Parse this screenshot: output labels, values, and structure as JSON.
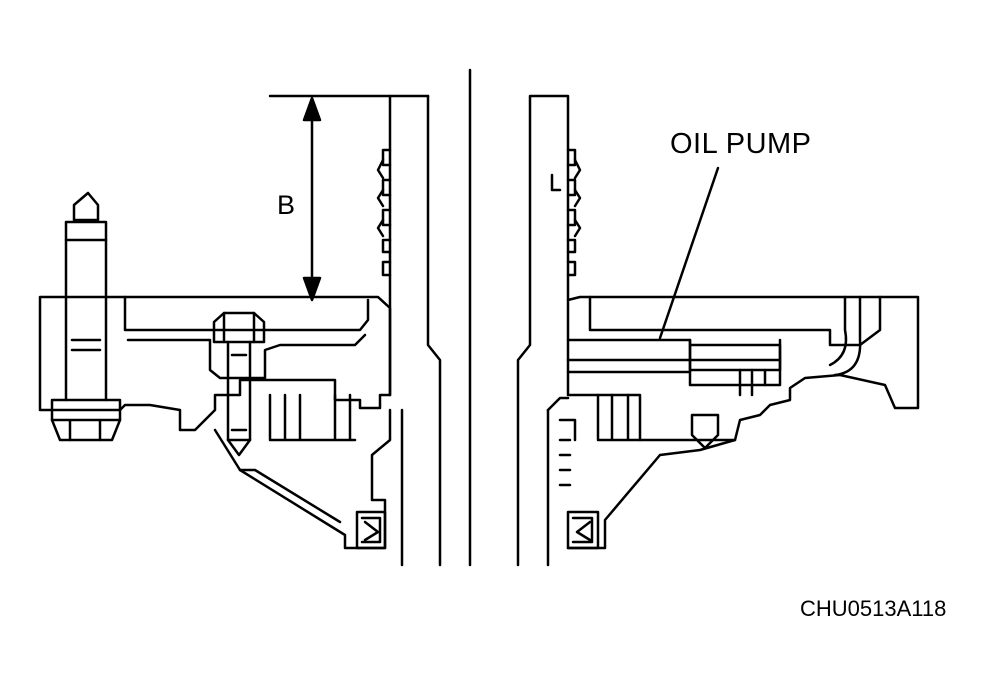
{
  "labels": {
    "dimension": "B",
    "part": "OIL PUMP",
    "figure_code": "CHU0513A118"
  },
  "colors": {
    "ink": "#000000",
    "paper": "#ffffff"
  }
}
